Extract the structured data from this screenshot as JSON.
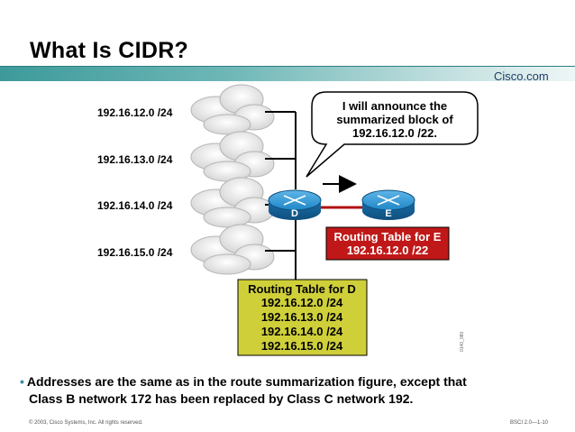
{
  "slide": {
    "title": "What Is CIDR?",
    "brand": "Cisco.com",
    "footer_left": "© 2003, Cisco Systems, Inc. All rights reserved.",
    "footer_right": "BSCI 2.0—1-10",
    "side_code": "0140_080"
  },
  "diagram": {
    "networks": [
      "192.16.12.0 /24",
      "192.16.13.0 /24",
      "192.16.14.0 /24",
      "192.16.15.0 /24"
    ],
    "routers": {
      "d": "D",
      "e": "E"
    },
    "callout": [
      "I will announce the",
      "summarized block of",
      "192.16.12.0 /22."
    ],
    "routing_table_e": {
      "title": "Routing Table for E",
      "rows": [
        "192.16.12.0 /22"
      ]
    },
    "routing_table_d": {
      "title": "Routing Table for D",
      "rows": [
        "192.16.12.0 /24",
        "192.16.13.0 /24",
        "192.16.14.0 /24",
        "192.16.15.0 /24"
      ]
    },
    "colors": {
      "router": "#1f86c8",
      "table_e": "#c01818",
      "table_d": "#cfcf3a",
      "link_d_e": "#b01010"
    }
  },
  "bullets": [
    {
      "line1": "Addresses are the same as in the route summarization figure, except that",
      "line2": "Class B network 172 has been replaced by Class C network 192."
    }
  ]
}
